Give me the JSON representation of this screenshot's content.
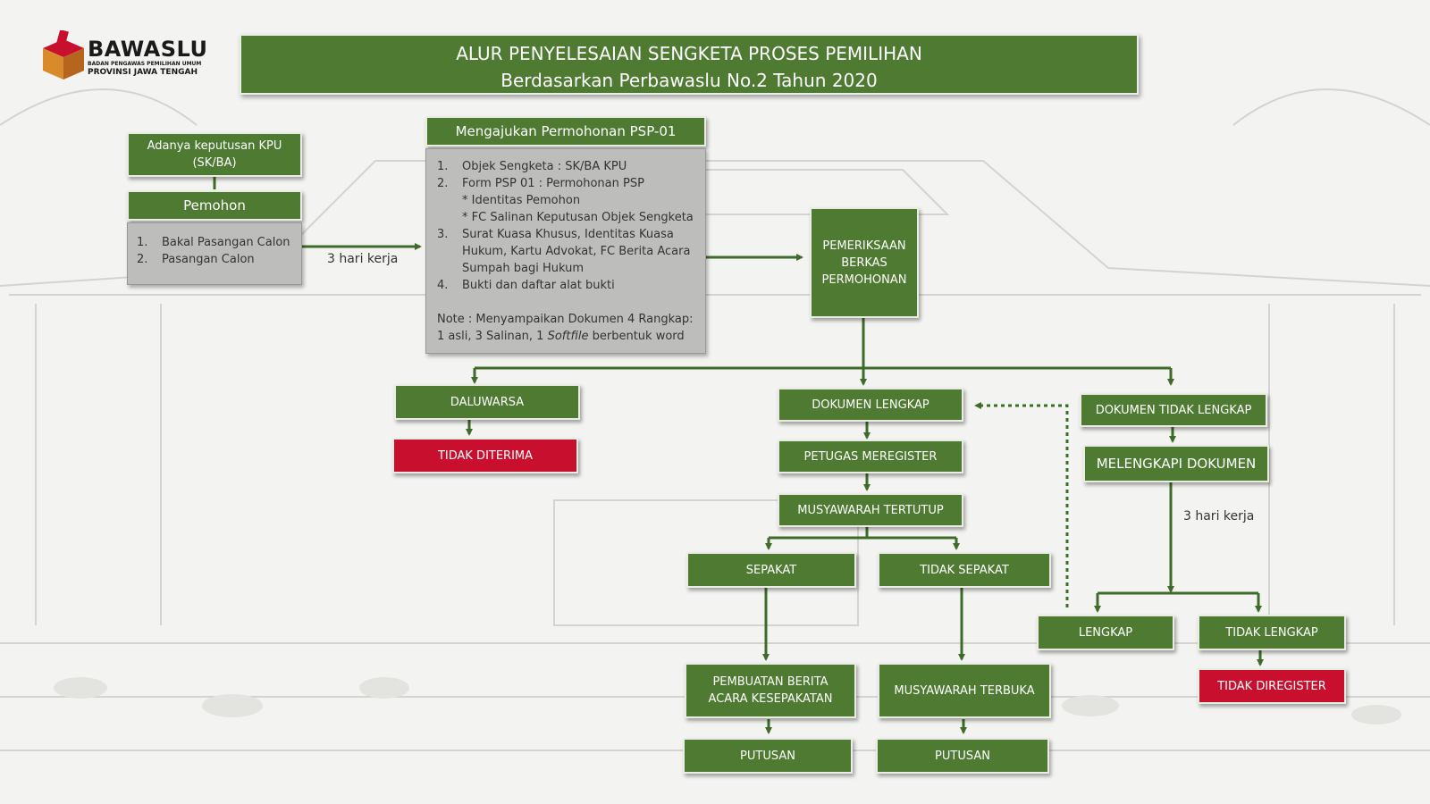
{
  "logo": {
    "name": "BAWASLU",
    "line1": "BADAN PENGAWAS PEMILIHAN UMUM",
    "line2": "PROVINSI JAWA TENGAH"
  },
  "title": {
    "line1": "ALUR PENYELESAIAN SENGKETA PROSES PEMILIHAN",
    "line2": "Berdasarkan Perbawaslu No.2 Tahun 2020"
  },
  "left": {
    "kpu": "Adanya keputusan KPU (SK/BA)",
    "pemohon": "Pemohon",
    "items": [
      {
        "num": "1.",
        "text": "Bakal Pasangan Calon"
      },
      {
        "num": "2.",
        "text": "Pasangan Calon"
      }
    ],
    "hari": "3 hari kerja"
  },
  "psp": {
    "header": "Mengajukan Permohonan PSP-01",
    "items": [
      {
        "num": "1.",
        "text": "Objek Sengketa : SK/BA KPU"
      },
      {
        "num": "2.",
        "text": "Form PSP 01 : Permohonan PSP"
      },
      {
        "num": "",
        "text": "* Identitas Pemohon"
      },
      {
        "num": "",
        "text": "* FC Salinan Keputusan Objek Sengketa"
      },
      {
        "num": "3.",
        "text": "Surat Kuasa Khusus, Identitas Kuasa Hukum, Kartu Advokat, FC Berita Acara Sumpah bagi Hukum"
      },
      {
        "num": "4.",
        "text": "Bukti dan daftar alat bukti"
      }
    ],
    "note_prefix": "Note : Menyampaikan Dokumen 4 Rangkap: 1 asli, 3 Salinan, 1 ",
    "note_italic": "Softfile",
    "note_suffix": " berbentuk word"
  },
  "flow": {
    "pemeriksaan": "PEMERIKSAAN BERKAS PERMOHONAN",
    "daluwarsa": "DALUWARSA",
    "tidak_diterima": "TIDAK DITERIMA",
    "dokumen_lengkap": "DOKUMEN LENGKAP",
    "petugas": "PETUGAS MEREGISTER",
    "musyawarah_tertutup": "MUSYAWARAH TERTUTUP",
    "sepakat": "SEPAKAT",
    "tidak_sepakat": "TIDAK SEPAKAT",
    "berita_acara": "PEMBUATAN BERITA ACARA KESEPAKATAN",
    "musyawarah_terbuka": "MUSYAWARAH TERBUKA",
    "putusan1": "PUTUSAN",
    "putusan2": "PUTUSAN",
    "dokumen_tidak_lengkap": "DOKUMEN TIDAK LENGKAP",
    "melengkapi": "MELENGKAPI DOKUMEN",
    "hari2": "3 hari kerja",
    "lengkap": "LENGKAP",
    "tidak_lengkap": "TIDAK LENGKAP",
    "tidak_diregister": "TIDAK DIREGISTER"
  },
  "colors": {
    "green": "#4e7a32",
    "red": "#c8102e",
    "gray_panel": "#bdbdbb",
    "line": "#3f6b2a"
  }
}
